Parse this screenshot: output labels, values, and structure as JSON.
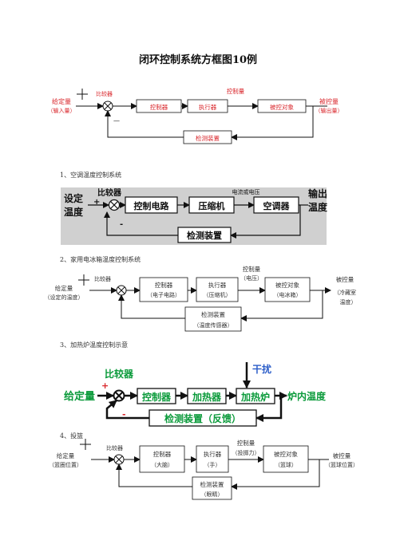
{
  "title": "闭环控制系统方框图10例",
  "colors": {
    "red": "#d9262b",
    "green": "#0a9a3a",
    "blue": "#2a5cc8",
    "gray": "#d0d0d0",
    "black": "#111111"
  },
  "d0": {
    "input": "给定量",
    "input_sub": "（输入量）",
    "comparator": "比较器",
    "plus": "+",
    "minus": "—",
    "controller": "控制器",
    "actuator": "执行器",
    "control_var": "控制量",
    "plant": "被控对象",
    "output": "被控量",
    "output_sub": "（输出量）",
    "sensor": "检测装置"
  },
  "d1": {
    "heading": "1、空调温度控制系统",
    "input_l1": "设定",
    "input_l2": "温度",
    "comparator": "比较器",
    "plus": "+",
    "minus": "-",
    "controller": "控制电路",
    "actuator": "压缩机",
    "signal": "电流或电压",
    "plant": "空调器",
    "output_l1": "输出",
    "output_l2": "温度",
    "sensor": "检测装置"
  },
  "d2": {
    "heading": "2、家用电冰箱温度控制系统",
    "input": "给定量",
    "input_sub": "（设定的温度）",
    "comparator": "比较器",
    "controller": "控制器",
    "controller_sub": "（电子电路）",
    "actuator": "执行器",
    "actuator_sub": "（压缩机）",
    "control_var": "控制量",
    "control_var_sub": "（电压）",
    "plant": "被控对象",
    "plant_sub": "（电冰箱）",
    "output": "被控量",
    "output_sub1": "（冷藏室",
    "output_sub2": "温度）",
    "sensor": "检测装置",
    "sensor_sub": "（温度传感器）"
  },
  "d3": {
    "heading": "3、加热炉温度控制示意",
    "comparator": "比较器",
    "disturbance": "干扰",
    "input": "给定量",
    "plus": "+",
    "minus": "-",
    "controller": "控制器",
    "actuator": "加热器",
    "plant": "加热炉",
    "output": "炉内温度",
    "sensor": "检测装置（反馈）"
  },
  "d4": {
    "heading": "4、投篮",
    "input": "给定量",
    "input_sub": "（篮圈位置）",
    "comparator": "比较器",
    "controller": "控制器",
    "controller_sub": "（大脑）",
    "actuator": "执行器",
    "actuator_sub": "（手）",
    "control_var": "控制量",
    "control_var_sub": "（投掷力）",
    "plant": "被控对象",
    "plant_sub": "（篮球）",
    "output": "被控量",
    "output_sub": "（篮球位置）",
    "sensor": "检测装置",
    "sensor_sub": "（眼睛）"
  }
}
